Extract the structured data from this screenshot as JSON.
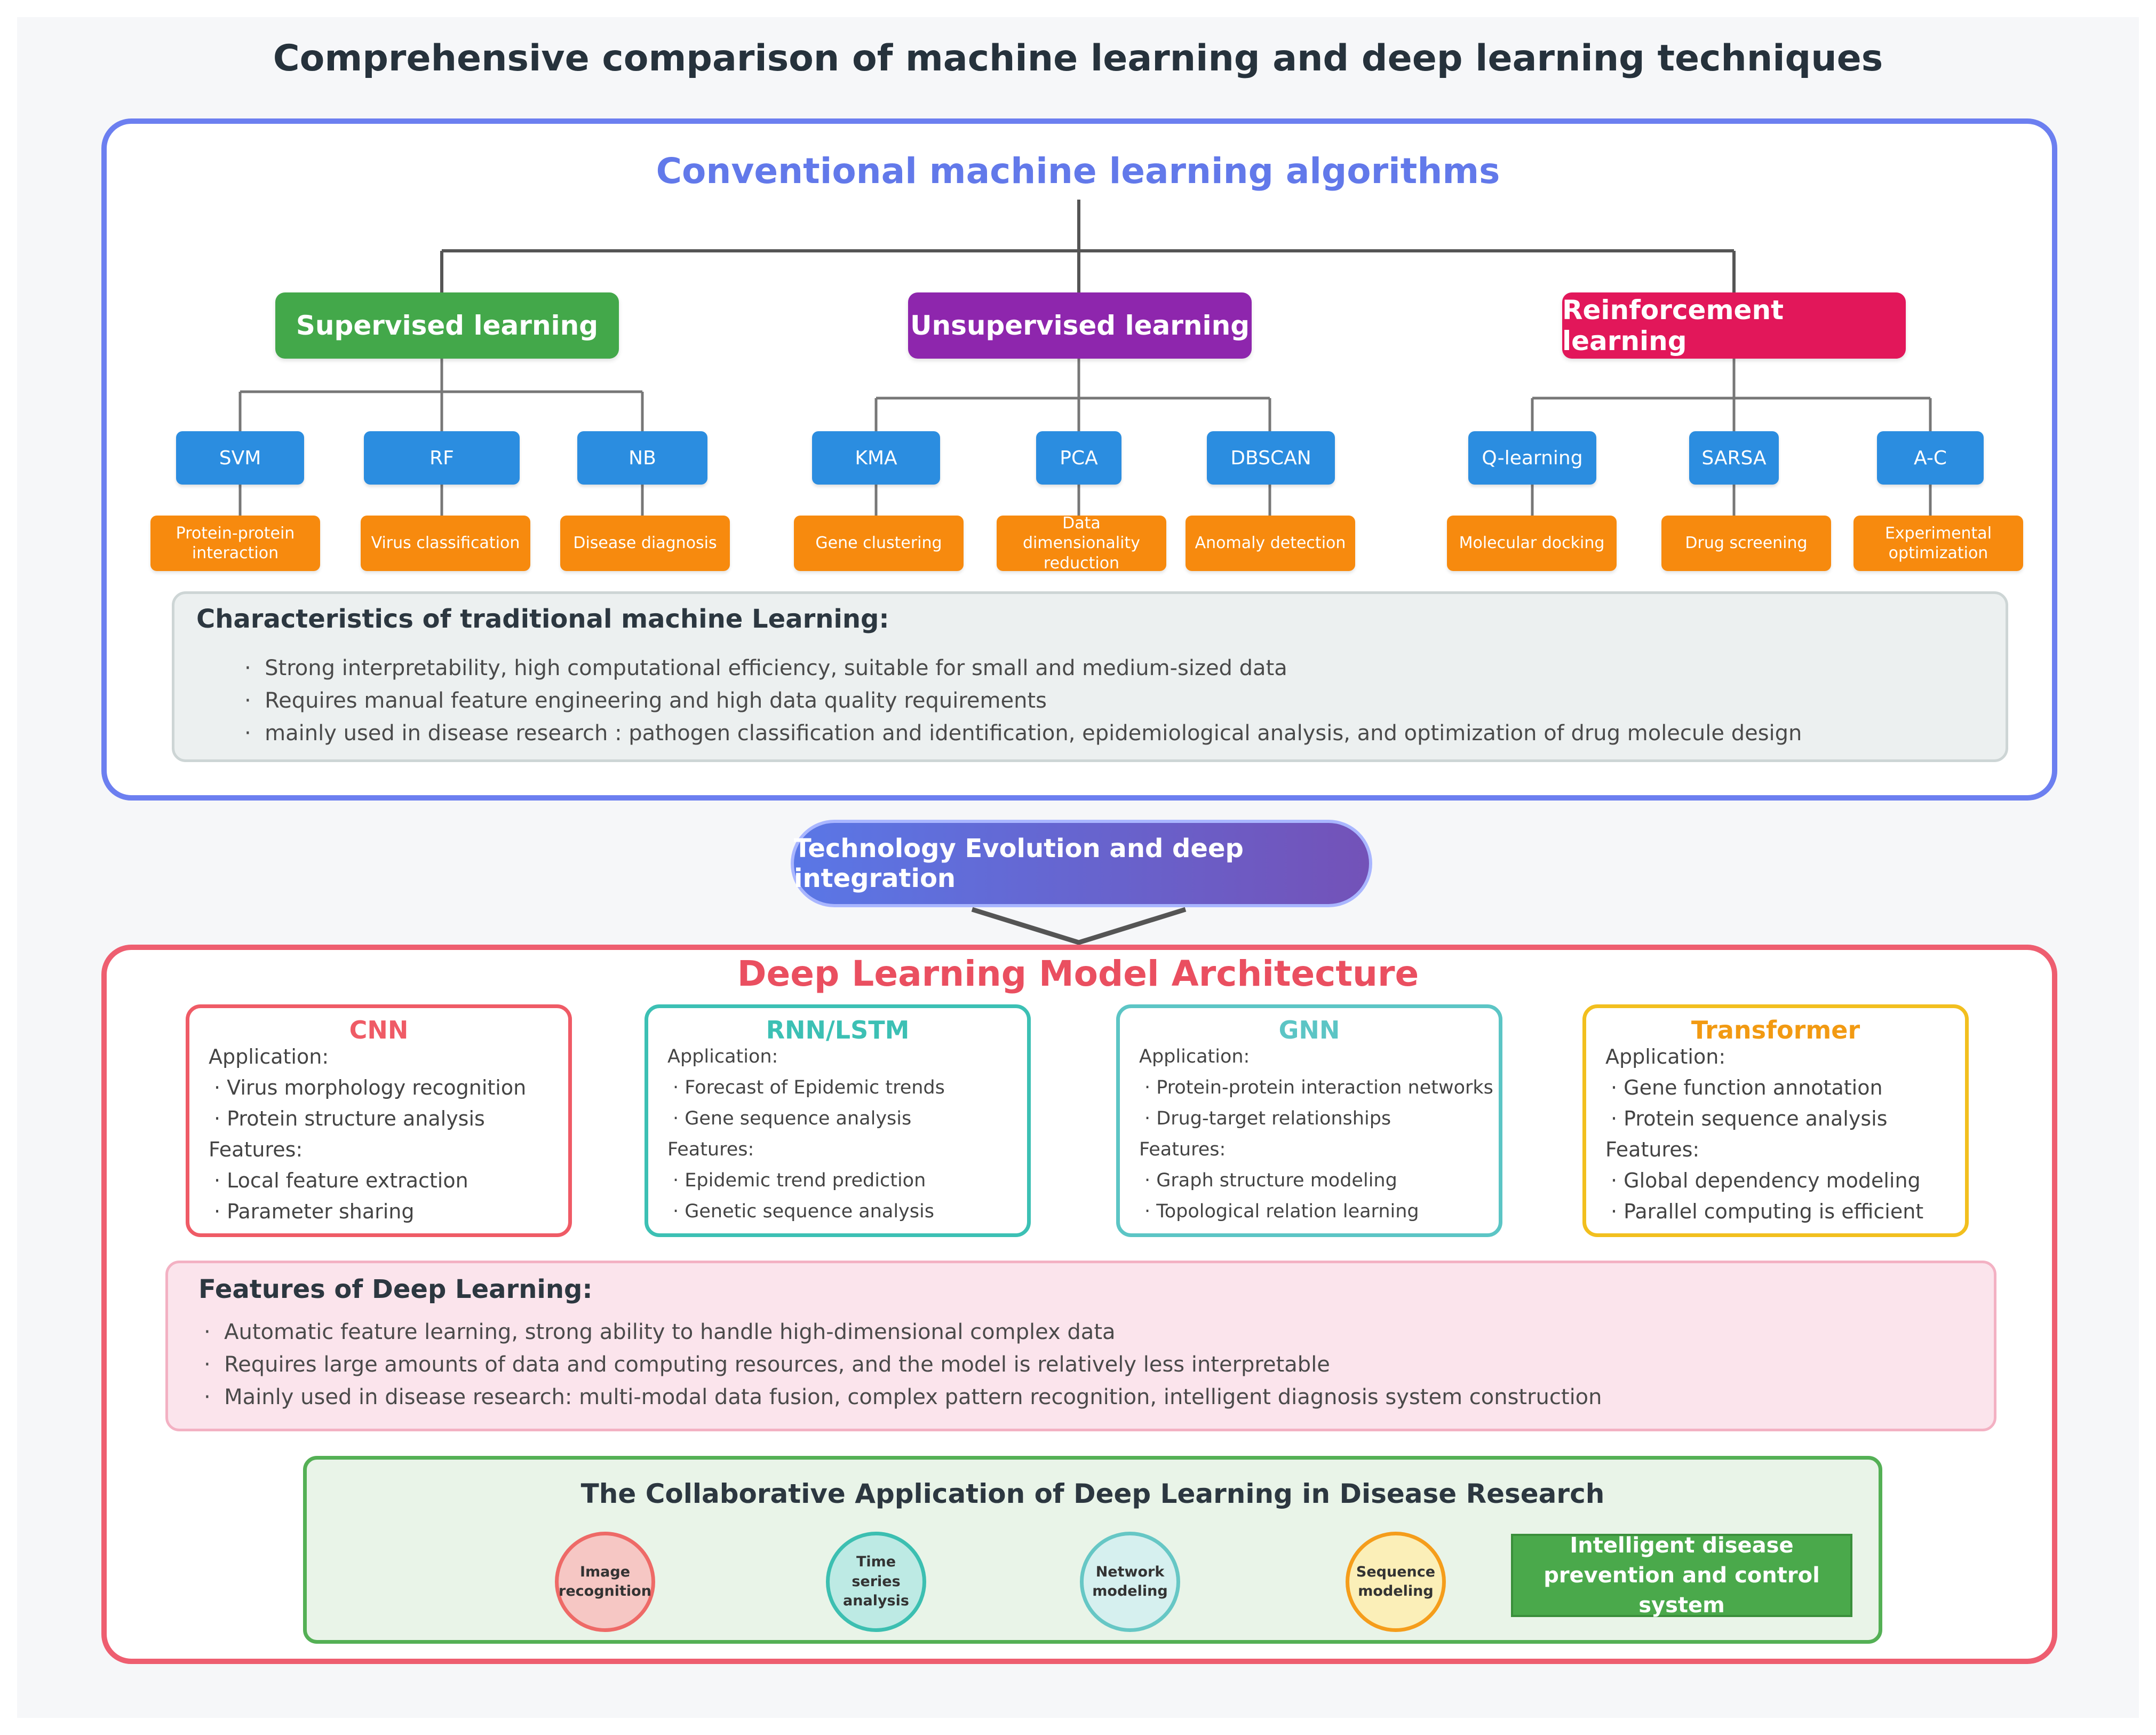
{
  "title": "Comprehensive comparison of machine learning and deep learning techniques",
  "ml_section": {
    "title": "Conventional machine learning algorithms",
    "categories": [
      {
        "label": "Supervised learning",
        "color": "#43a84a",
        "algorithms": [
          {
            "name": "SVM",
            "application": "Protein-protein interaction"
          },
          {
            "name": "RF",
            "application": "Virus classification"
          },
          {
            "name": "NB",
            "application": "Disease diagnosis"
          }
        ]
      },
      {
        "label": "Unsupervised learning",
        "color": "#8e26ad",
        "algorithms": [
          {
            "name": "KMA",
            "application": "Gene clustering"
          },
          {
            "name": "PCA",
            "application": "Data dimensionality reduction"
          },
          {
            "name": "DBSCAN",
            "application": "Anomaly detection"
          }
        ]
      },
      {
        "label": "Reinforcement learning",
        "color": "#e2175a",
        "algorithms": [
          {
            "name": "Q-learning",
            "application": "Molecular docking"
          },
          {
            "name": "SARSA",
            "application": "Drug screening"
          },
          {
            "name": "A-C",
            "application": "Experimental optimization"
          }
        ]
      }
    ],
    "characteristics": {
      "title": "Characteristics of traditional machine Learning:",
      "bullets": [
        "Strong interpretability, high computational efficiency, suitable for small and medium-sized data",
        "Requires manual feature engineering and high data quality requirements",
        "mainly used in disease research : pathogen classification and identification, epidemiological analysis, and optimization of drug molecule design"
      ]
    }
  },
  "evolution_label": "Technology Evolution and deep integration",
  "dl_section": {
    "title": "Deep Learning Model Architecture",
    "application_label": "Application:",
    "features_label": "Features:",
    "models": [
      {
        "name": "CNN",
        "color": "#ef5b66",
        "applications": [
          "Virus morphology recognition",
          "Protein structure analysis"
        ],
        "features": [
          "Local feature extraction",
          "Parameter sharing"
        ]
      },
      {
        "name": "RNN/LSTM",
        "color": "#3cc0b4",
        "applications": [
          "Forecast of Epidemic trends",
          "Gene sequence analysis"
        ],
        "features": [
          "Epidemic trend prediction",
          "Genetic sequence analysis"
        ]
      },
      {
        "name": "GNN",
        "color": "#5cc5c5",
        "applications": [
          "Protein-protein interaction networks",
          "Drug-target relationships"
        ],
        "features": [
          "Graph structure modeling",
          "Topological relation learning"
        ]
      },
      {
        "name": "Transformer",
        "color": "#f2bf1e",
        "applications": [
          "Gene function annotation",
          "Protein sequence analysis"
        ],
        "features": [
          "Global dependency modeling",
          "Parallel computing is efficient"
        ]
      }
    ],
    "features": {
      "title": "Features of Deep Learning:",
      "bullets": [
        "Automatic feature learning, strong ability to handle high-dimensional complex data",
        "Requires large amounts of data and computing resources, and the model is relatively less interpretable",
        "Mainly used in disease research: multi-modal data fusion, complex pattern recognition, intelligent diagnosis system construction"
      ]
    },
    "collaboration": {
      "title": "The Collaborative Application of Deep Learning in Disease Research",
      "nodes": [
        {
          "label": "Image recognition",
          "fill": "#f6c7c4",
          "stroke": "#ee6a67"
        },
        {
          "label": "Time series analysis",
          "fill": "#bdeae4",
          "stroke": "#3cbfb1"
        },
        {
          "label": "Network modeling",
          "fill": "#d6f0ef",
          "stroke": "#66c7c5"
        },
        {
          "label": "Sequence modeling",
          "fill": "#fbefb8",
          "stroke": "#f59d1b"
        }
      ],
      "system": "Intelligent disease prevention and control system"
    }
  }
}
